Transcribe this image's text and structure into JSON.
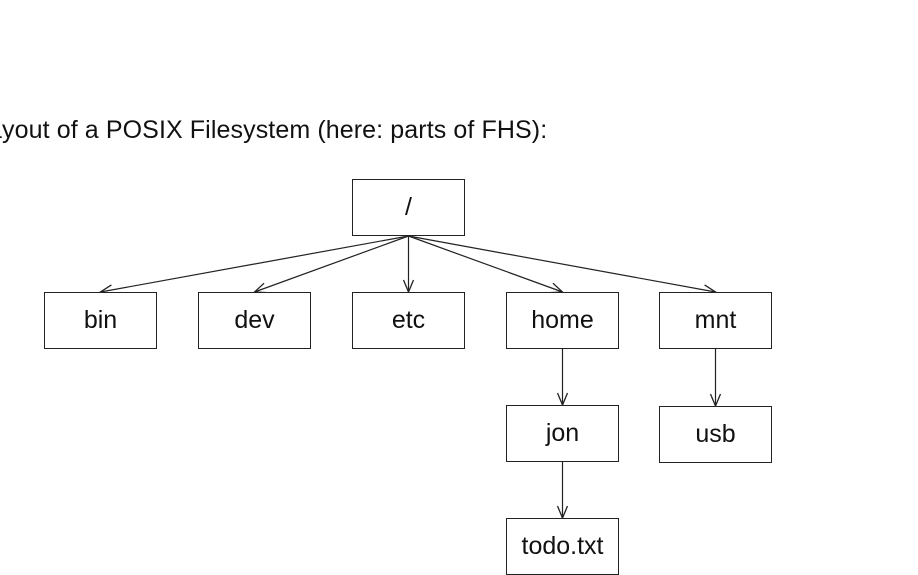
{
  "caption": "ayout of a POSIX Filesystem (here: parts of FHS):",
  "nodes": {
    "root": "/",
    "bin": "bin",
    "dev": "dev",
    "etc": "etc",
    "home": "home",
    "mnt": "mnt",
    "jon": "jon",
    "usb": "usb",
    "todo": "todo.txt"
  },
  "edges": [
    [
      "root",
      "bin"
    ],
    [
      "root",
      "dev"
    ],
    [
      "root",
      "etc"
    ],
    [
      "root",
      "home"
    ],
    [
      "root",
      "mnt"
    ],
    [
      "home",
      "jon"
    ],
    [
      "mnt",
      "usb"
    ],
    [
      "jon",
      "todo"
    ]
  ],
  "colors": {
    "line": "#222222",
    "text": "#111111",
    "background": "#ffffff"
  }
}
